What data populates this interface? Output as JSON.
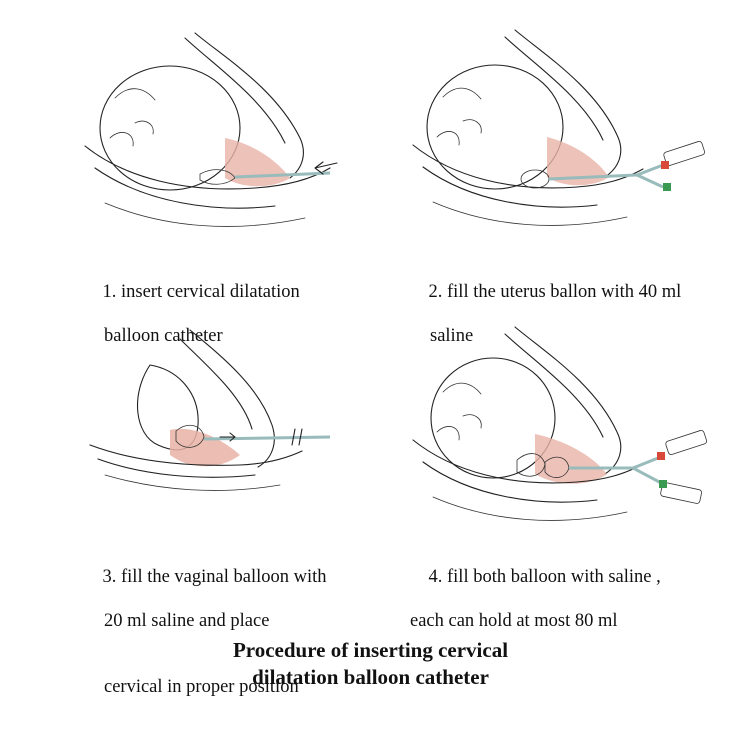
{
  "steps": [
    {
      "line1": "1. insert cervical dilatation",
      "line2": "balloon catheter",
      "line3": ""
    },
    {
      "line1": "2. fill the uterus ballon with 40 ml",
      "line2": "saline",
      "line3": ""
    },
    {
      "line1": "3. fill the vaginal balloon with",
      "line2": "20 ml saline and place",
      "line3": "cervical in proper position"
    },
    {
      "line1": "4. fill both balloon with saline ,",
      "line2": "each can hold at most 80 ml",
      "line3": ""
    }
  ],
  "title": {
    "line1": "Procedure of inserting  cervical",
    "line2": "dilatation balloon catheter"
  },
  "colors": {
    "fetal_head": "#efe2d2",
    "tissue": "#e9b3a6",
    "balloon": "#d7e3ee",
    "syringe_red": "#d9493a",
    "syringe_green": "#3a9a52"
  }
}
